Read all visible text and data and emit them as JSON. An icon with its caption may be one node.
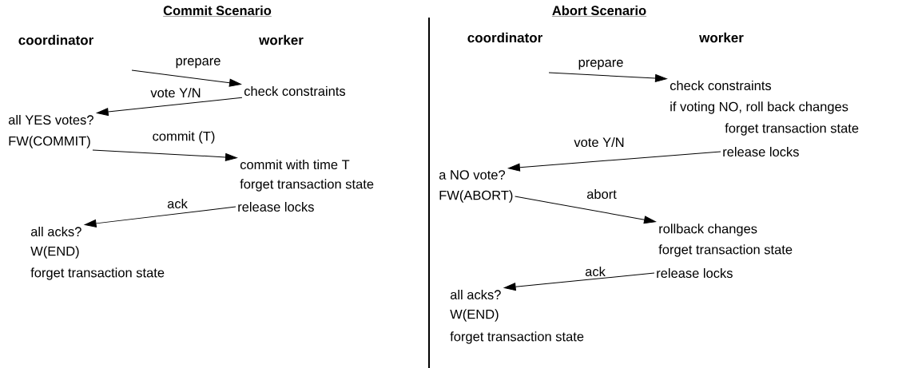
{
  "diagram": {
    "nodes": [
      {
        "text": [
          "check constraints"
        ]
      },
      {
        "text": [
          "all YES votes?"
        ]
      },
      {
        "text": [
          "FW(COMMIT)"
        ]
      },
      {
        "text": [
          "commit with time T"
        ]
      },
      {
        "text": [
          "forget transaction state"
        ]
      },
      {
        "text": [
          "release locks"
        ]
      },
      {
        "text": [
          "all acks?"
        ]
      },
      {
        "text": [
          "W(END)"
        ]
      },
      {
        "text": [
          "forget transaction state"
        ]
      },
      {
        "text": [
          "check constraints"
        ]
      },
      {
        "text": [
          "if voting NO, roll back changes"
        ]
      },
      {
        "text": [
          "forget transaction state"
        ]
      },
      {
        "text": [
          "release locks"
        ]
      },
      {
        "text": [
          "a NO vote?"
        ]
      },
      {
        "text": [
          "FW(ABORT)"
        ]
      },
      {
        "text": [
          "rollback changes"
        ]
      },
      {
        "text": [
          "forget transaction state"
        ]
      },
      {
        "text": [
          "release locks"
        ]
      },
      {
        "text": [
          "all acks?"
        ]
      },
      {
        "text": [
          "W(END)"
        ]
      },
      {
        "text": [
          "forget transaction state"
        ]
      }
    ],
    "edges": [
      {
        "from": null,
        "to": 0,
        "arrow": "to",
        "label": "prepare"
      },
      {
        "from": 0,
        "to": 1,
        "arrow": "to",
        "label": "vote Y/N"
      },
      {
        "from": 2,
        "to": 3,
        "arrow": "to",
        "label": "commit (T)"
      },
      {
        "from": 5,
        "to": 6,
        "arrow": "to",
        "label": "ack"
      },
      {
        "from": null,
        "to": 9,
        "arrow": "to",
        "label": "prepare"
      },
      {
        "from": 12,
        "to": 13,
        "arrow": "to",
        "label": "vote Y/N"
      },
      {
        "from": 14,
        "to": 15,
        "arrow": "to",
        "label": "abort"
      },
      {
        "from": 17,
        "to": 18,
        "arrow": "to",
        "label": "ack"
      }
    ],
    "labels": [
      "Commit Scenario",
      "coordinator",
      "worker",
      "Abort Scenario",
      "coordinator",
      "worker"
    ]
  }
}
